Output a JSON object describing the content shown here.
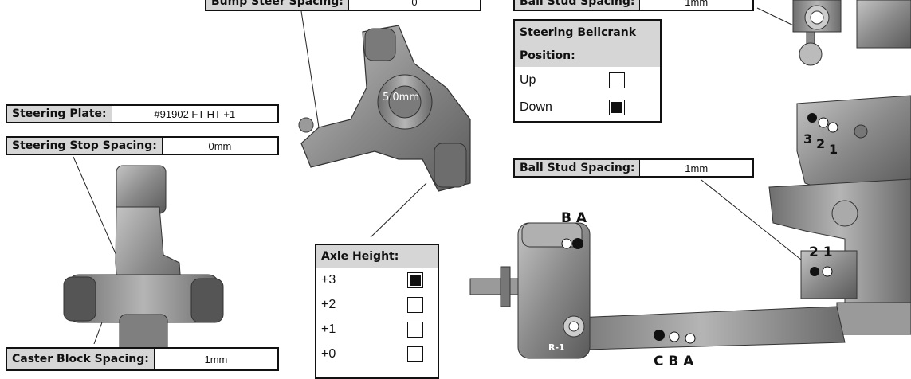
{
  "labels": {
    "bump_steer": {
      "key": "Bump Steer Spacing:",
      "value": "0"
    },
    "ball_stud_top": {
      "key": "Ball Stud Spacing:",
      "value": "1mm"
    },
    "steering_plate": {
      "key": "Steering Plate:",
      "value": "#91902 FT HT +1"
    },
    "steering_stop": {
      "key": "Steering Stop Spacing:",
      "value": "0mm"
    },
    "ball_stud_mid": {
      "key": "Ball Stud Spacing:",
      "value": "1mm"
    },
    "caster_block": {
      "key": "Caster Block Spacing:",
      "value": "1mm"
    }
  },
  "bellcrank": {
    "title_line1": "Steering Bellcrank",
    "title_line2": "Position:",
    "options": [
      {
        "label": "Up",
        "checked": false
      },
      {
        "label": "Down",
        "checked": true
      }
    ]
  },
  "axle_height": {
    "title": "Axle Height:",
    "options": [
      {
        "label": "+3",
        "checked": true
      },
      {
        "label": "+2",
        "checked": false
      },
      {
        "label": "+1",
        "checked": false
      },
      {
        "label": "+0",
        "checked": false
      }
    ]
  },
  "part_label": "5.0mm",
  "hole_labels": {
    "bellcrank": [
      "3",
      "2",
      "1"
    ],
    "ackermann_top": "B A",
    "ackermann_bottom": "C B A",
    "chassis": "2 1",
    "rod_end": "R-1"
  }
}
